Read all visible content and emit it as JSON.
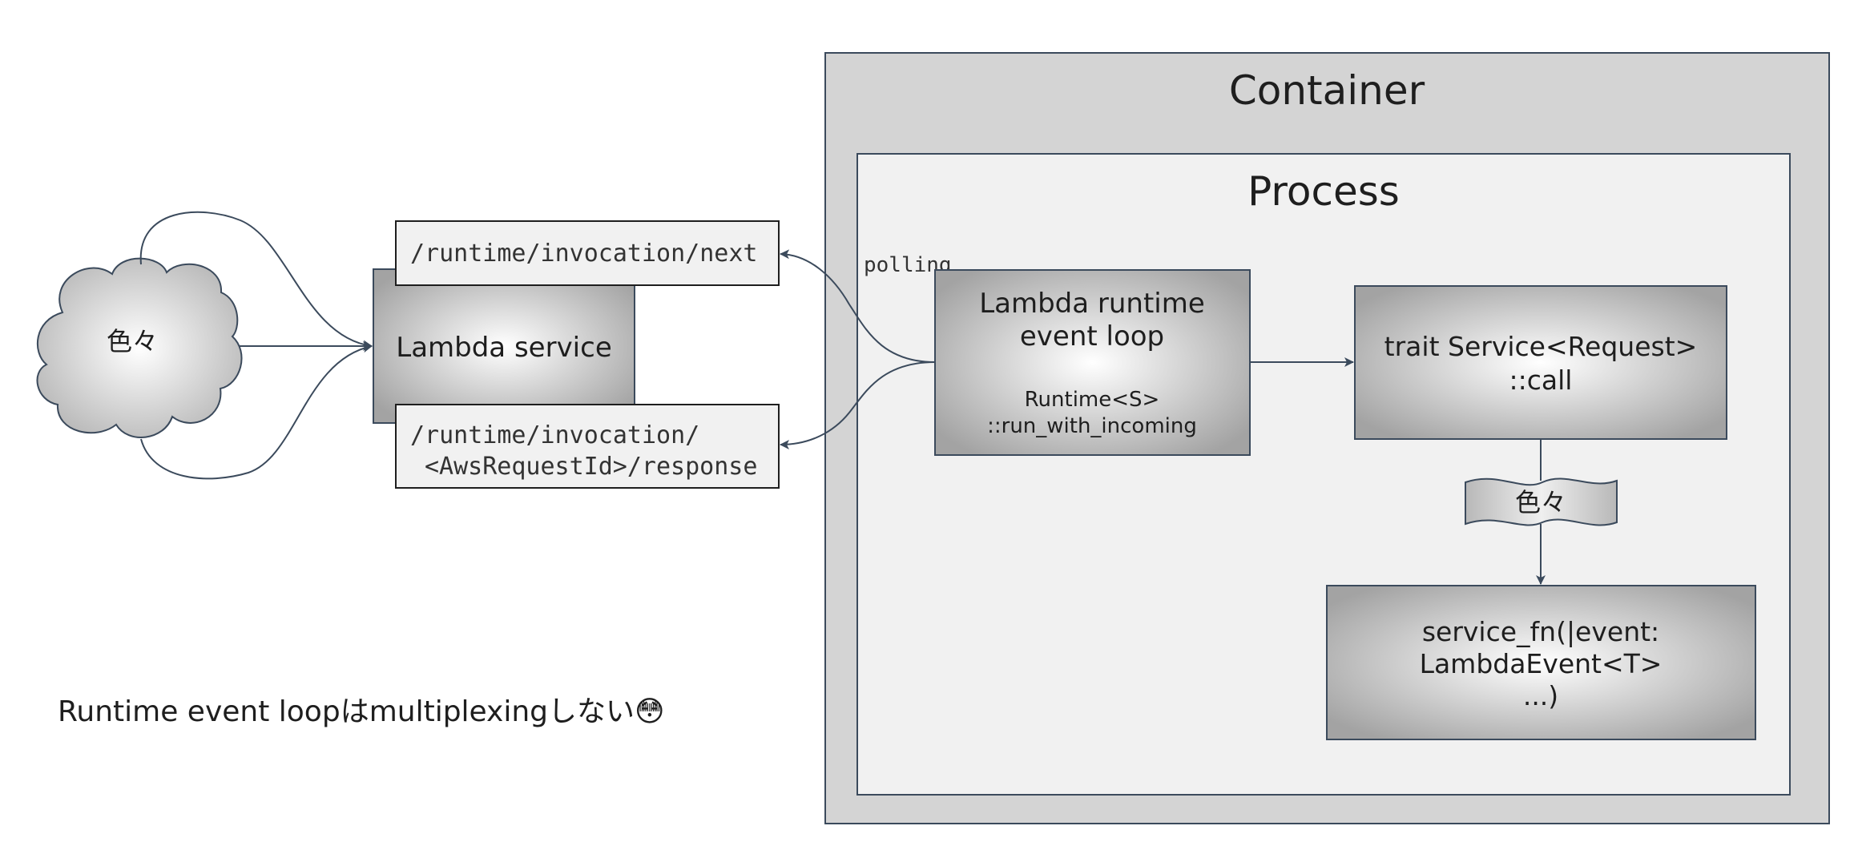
{
  "container": {
    "title": "Container"
  },
  "process": {
    "title": "Process"
  },
  "cloud": {
    "label": "色々"
  },
  "lambda_service": {
    "label": "Lambda service"
  },
  "endpoints": {
    "next": "/runtime/invocation/next",
    "response_line1": "/runtime/invocation/",
    "response_line2": "<AwsRequestId>/response"
  },
  "polling_label": "polling",
  "event_loop": {
    "title_line1": "Lambda runtime",
    "title_line2": "event loop",
    "sub_line1": "Runtime<S>",
    "sub_line2": "::run_with_incoming"
  },
  "service_trait": {
    "line1": "trait Service<Request>",
    "line2": "::call"
  },
  "middle_tag": {
    "label": "色々"
  },
  "service_fn": {
    "line1": "service_fn(|event:",
    "line2": "LambdaEvent<T>",
    "line3": "...)"
  },
  "note": {
    "text": "Runtime event loopはmultiplexingしない😳"
  },
  "colors": {
    "container_fill": "#d4d4d4",
    "process_fill": "#f1f1f1",
    "border": "#3b4a5c",
    "box_gradient_center": "#ffffff",
    "box_gradient_edge": "#a3a3a3"
  }
}
